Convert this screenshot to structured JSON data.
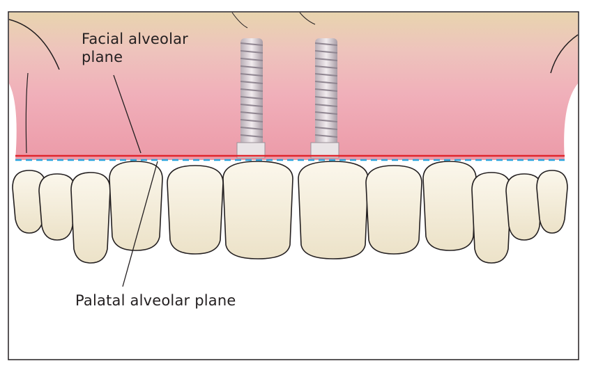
{
  "labels": {
    "facial_line1": "Facial alveolar",
    "facial_line2": "plane",
    "palatal": "Palatal alveolar plane"
  },
  "colors": {
    "facial_plane_line": "#e0262e",
    "palatal_plane_line": "#29a3dd",
    "gingiva": "#eeaab4",
    "bone": "#e8d4ae",
    "tooth": "#f6f0df",
    "implant": "#cfc6cc"
  }
}
